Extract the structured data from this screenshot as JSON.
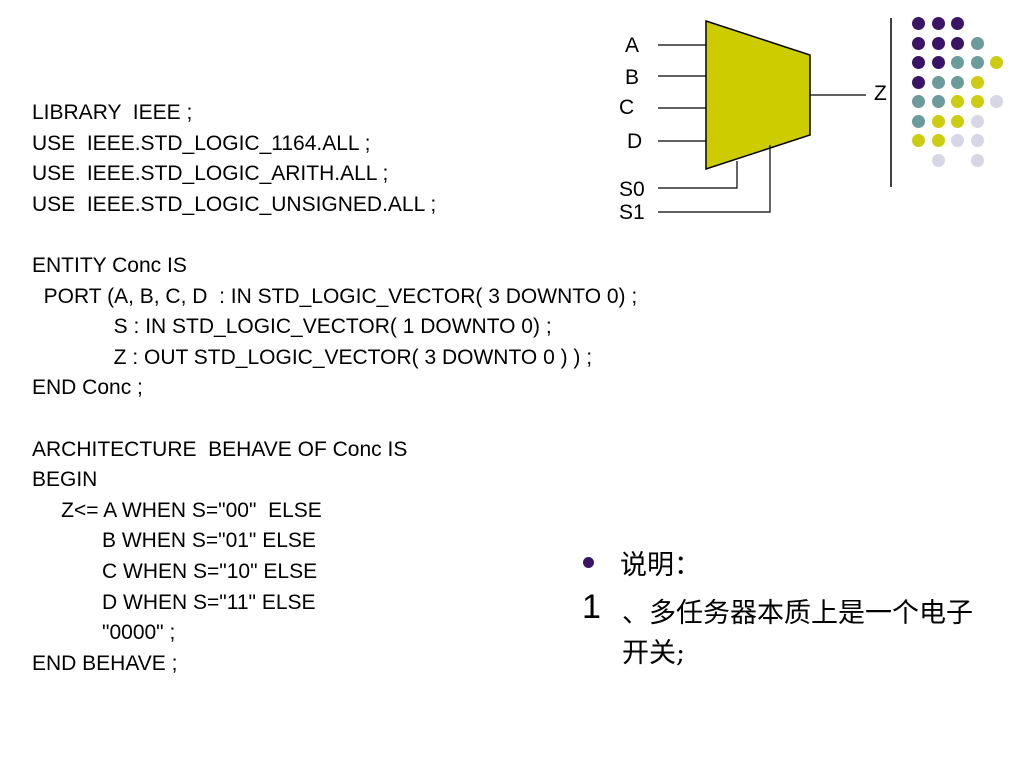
{
  "code": {
    "lines": [
      "LIBRARY  IEEE ;",
      "USE  IEEE.STD_LOGIC_1164.ALL ;",
      "USE  IEEE.STD_LOGIC_ARITH.ALL ;",
      "USE  IEEE.STD_LOGIC_UNSIGNED.ALL ;",
      "",
      "ENTITY Conc IS",
      "  PORT (A, B, C, D  : IN STD_LOGIC_VECTOR( 3 DOWNTO 0) ;",
      "              S : IN STD_LOGIC_VECTOR( 1 DOWNTO 0) ;",
      "              Z : OUT STD_LOGIC_VECTOR( 3 DOWNTO 0 ) ) ;",
      "END Conc ;",
      "",
      "ARCHITECTURE  BEHAVE OF Conc IS",
      "BEGIN",
      "     Z<= A WHEN S=\"00\"  ELSE",
      "            B WHEN S=\"01\" ELSE",
      "            C WHEN S=\"10\" ELSE",
      "            D WHEN S=\"11\" ELSE",
      "            \"0000\" ;",
      "END BEHAVE ;"
    ]
  },
  "diagram": {
    "inputs": {
      "a": "A",
      "b": "B",
      "c": "C",
      "d": "D"
    },
    "selects": {
      "s0": "S0",
      "s1": "S1"
    },
    "output": "Z",
    "mux_color": "#cccc00"
  },
  "notes": {
    "bullet": "说明：",
    "item_number": "1",
    "item_text": "、多任务器本质上是一个电子开关;"
  },
  "theme": {
    "purple": "#3b1466",
    "teal": "#6b9b9b",
    "yellow": "#cccc10",
    "lavender": "#d6d6e6"
  }
}
